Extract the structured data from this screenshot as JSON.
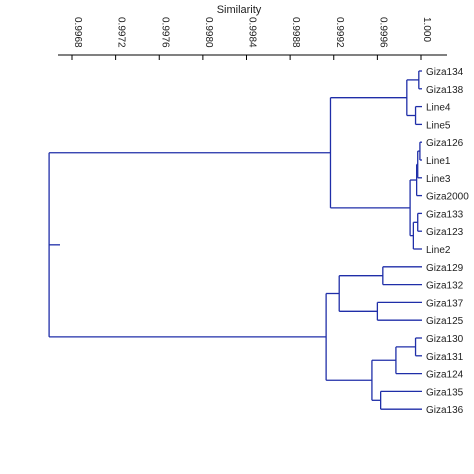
{
  "axis": {
    "title": "Similarity",
    "ticks": [
      0.9968,
      0.9972,
      0.9976,
      0.998,
      0.9984,
      0.9988,
      0.9992,
      0.9996,
      1.0
    ],
    "tick_labels": [
      "0.9968",
      "0.9972",
      "0.9976",
      "0.9980",
      "0.9984",
      "0.9988",
      "0.9992",
      "0.9996",
      "1.000"
    ]
  },
  "colors": {
    "branch": "#1f2ea8",
    "axis": "#000000",
    "text": "#222222"
  },
  "leaves": [
    "Giza134",
    "Giza138",
    "Line4",
    "Line5",
    "Giza126",
    "Line1",
    "Line3",
    "Giza2000",
    "Giza133",
    "Giza123",
    "Line2",
    "Giza129",
    "Giza132",
    "Giza137",
    "Giza125",
    "Giza130",
    "Giza131",
    "Giza124",
    "Giza135",
    "Giza136"
  ],
  "tree": {
    "sim": 0.99659,
    "children": [
      {
        "sim": 0.99917,
        "children": [
          {
            "sim": 0.99987,
            "children": [
              {
                "sim": 0.99998,
                "children": [
                  {
                    "leaf": 0
                  },
                  {
                    "leaf": 1
                  }
                ]
              },
              {
                "sim": 0.99995,
                "children": [
                  {
                    "leaf": 2
                  },
                  {
                    "leaf": 3
                  }
                ]
              }
            ]
          },
          {
            "sim": 0.9999,
            "children": [
              {
                "sim": 0.99996,
                "children": [
                  {
                    "sim": 0.99997,
                    "children": [
                      {
                        "sim": 0.99999,
                        "children": [
                          {
                            "leaf": 4
                          },
                          {
                            "leaf": 5
                          }
                        ]
                      },
                      {
                        "leaf": 6
                      }
                    ]
                  },
                  {
                    "leaf": 7
                  }
                ]
              },
              {
                "sim": 0.99993,
                "children": [
                  {
                    "sim": 0.99997,
                    "children": [
                      {
                        "leaf": 8
                      },
                      {
                        "leaf": 9
                      }
                    ]
                  },
                  {
                    "leaf": 10
                  }
                ]
              }
            ]
          }
        ]
      },
      {
        "sim": 0.99913,
        "children": [
          {
            "sim": 0.99925,
            "children": [
              {
                "sim": 0.99965,
                "children": [
                  {
                    "leaf": 11
                  },
                  {
                    "leaf": 12
                  }
                ]
              },
              {
                "sim": 0.9996,
                "children": [
                  {
                    "leaf": 13
                  },
                  {
                    "leaf": 14
                  }
                ]
              }
            ]
          },
          {
            "sim": 0.99955,
            "children": [
              {
                "sim": 0.99977,
                "children": [
                  {
                    "sim": 0.99995,
                    "children": [
                      {
                        "leaf": 15
                      },
                      {
                        "leaf": 16
                      }
                    ]
                  },
                  {
                    "leaf": 17
                  }
                ]
              },
              {
                "sim": 0.99963,
                "children": [
                  {
                    "leaf": 18
                  },
                  {
                    "leaf": 19
                  }
                ]
              }
            ]
          }
        ]
      }
    ]
  }
}
